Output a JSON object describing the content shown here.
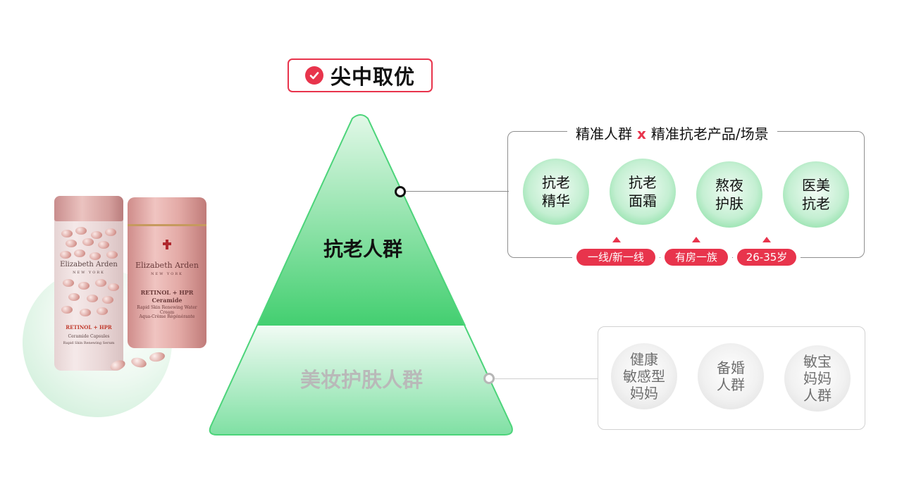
{
  "title": {
    "text": "尖中取优"
  },
  "product": {
    "left_jar": {
      "brand": "Elizabeth Arden",
      "sub": "NEW YORK",
      "line": "RETINOL + HPR",
      "desc1": "Ceramide Capsules",
      "desc2": "Rapid Skin Renewing Serum"
    },
    "right_jar": {
      "brand": "Elizabeth Arden",
      "sub": "NEW YORK",
      "line": "RETINOL + HPR",
      "line2": "Ceramide",
      "desc1": "Rapid Skin Renewing Water Cream",
      "desc2": "Aqua-Crème Régénérante"
    }
  },
  "pyramid": {
    "top_label": "抗老人群",
    "bottom_label": "美妆护肤人群"
  },
  "top_panel": {
    "heading_left": "精准人群",
    "heading_x": "x",
    "heading_right": "精准抗老产品/场景",
    "circles": [
      "抗老\n精华",
      "抗老\n面霜",
      "熬夜\n护肤",
      "医美\n抗老"
    ],
    "tags": [
      "一线/新一线",
      "有房一族",
      "26-35岁"
    ]
  },
  "bottom_panel": {
    "circles": [
      "健康\n敏感型\n妈妈",
      "备婚\n人群",
      "敏宝\n妈妈\n人群"
    ]
  },
  "colors": {
    "accent_red": "#e8344c",
    "green": "#4cd47a",
    "grey_text": "#b9b9b9"
  }
}
